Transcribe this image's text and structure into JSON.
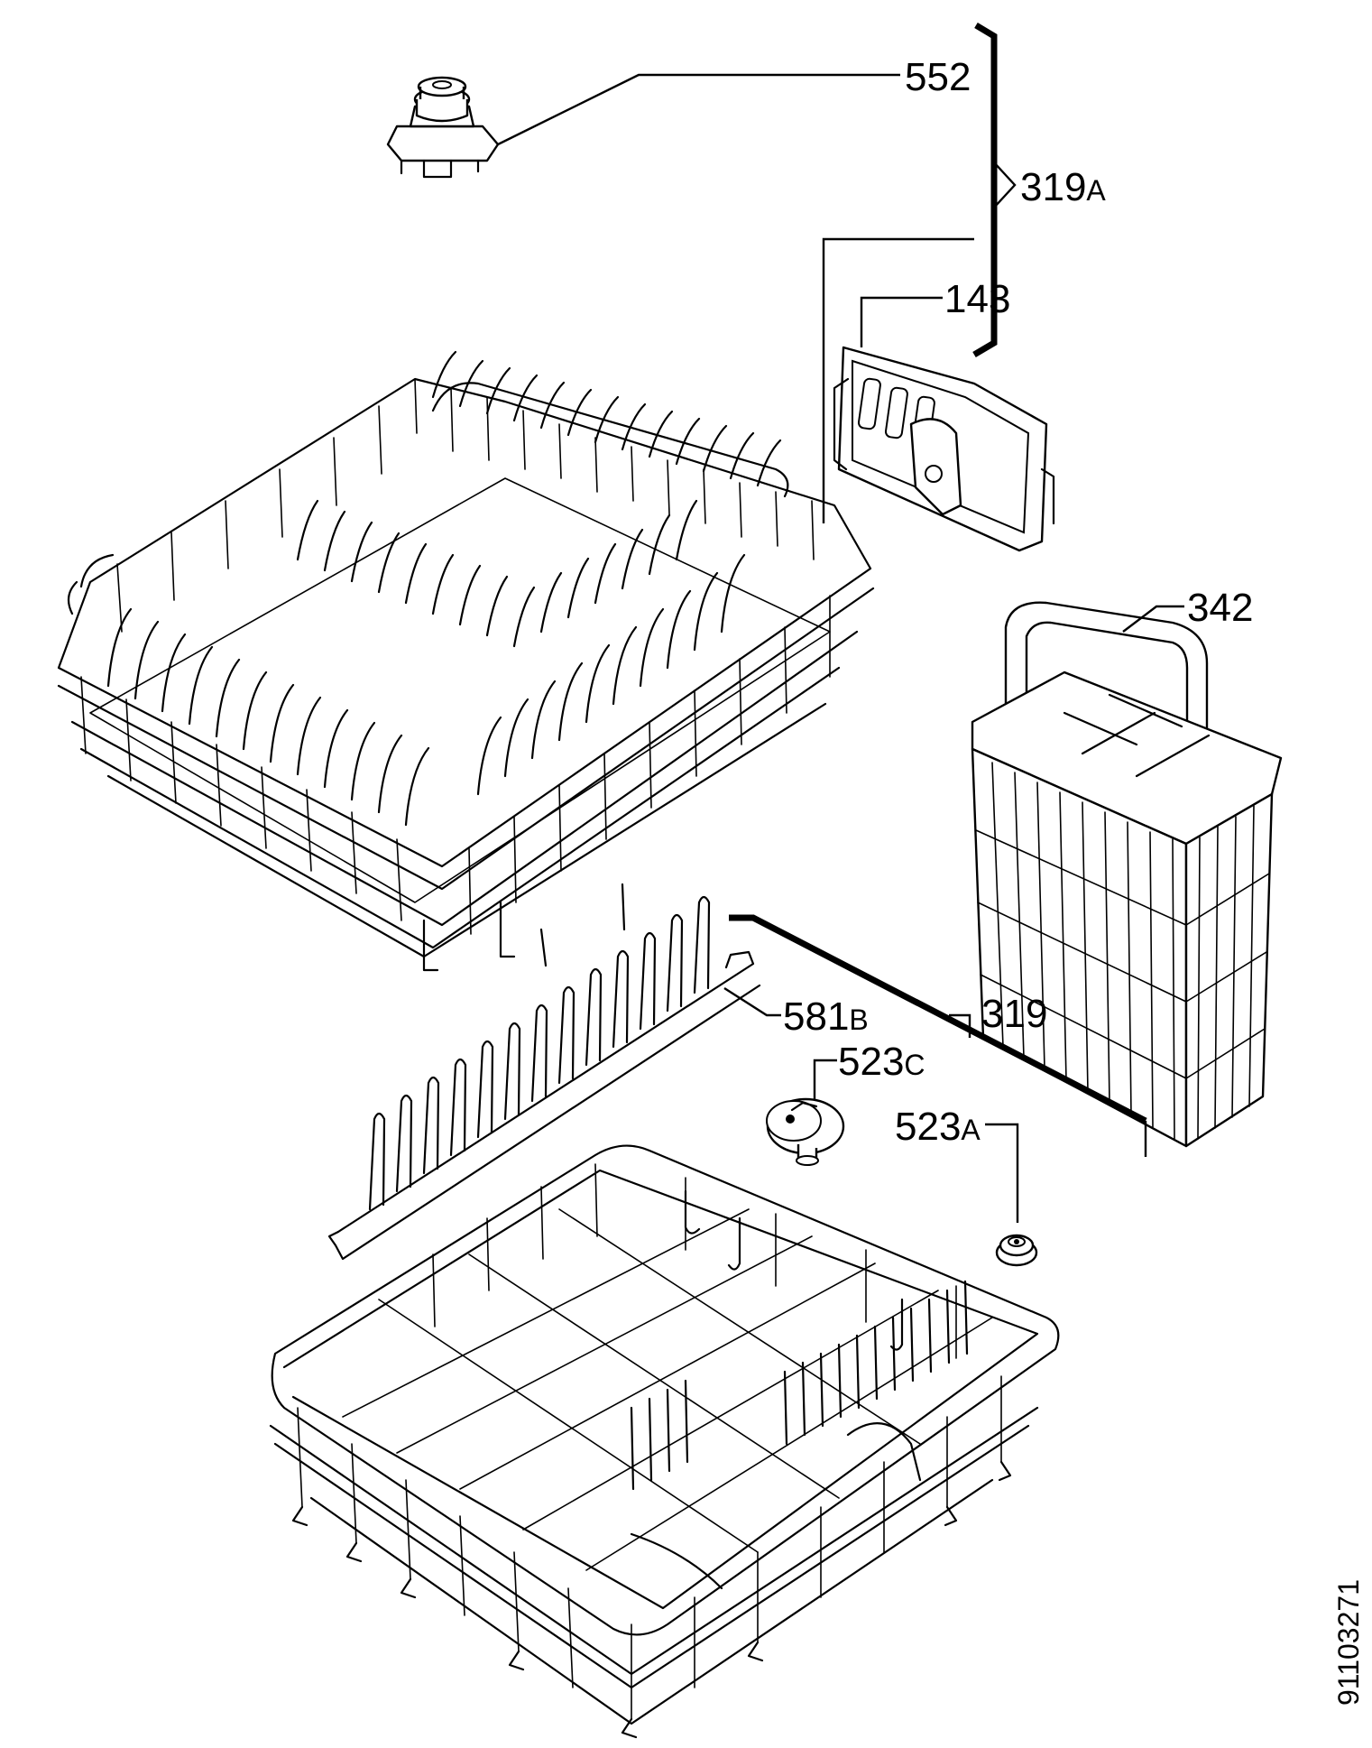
{
  "labels": {
    "p552": "552",
    "p319a_num": "319",
    "p319a_suf": "A",
    "p143": "143",
    "p342": "342",
    "p581b_num": "581",
    "p581b_suf": "B",
    "p319": "319",
    "p523c_num": "523",
    "p523c_suf": "C",
    "p523a_num": "523",
    "p523a_suf": "A"
  },
  "drawing_number": "91103271"
}
